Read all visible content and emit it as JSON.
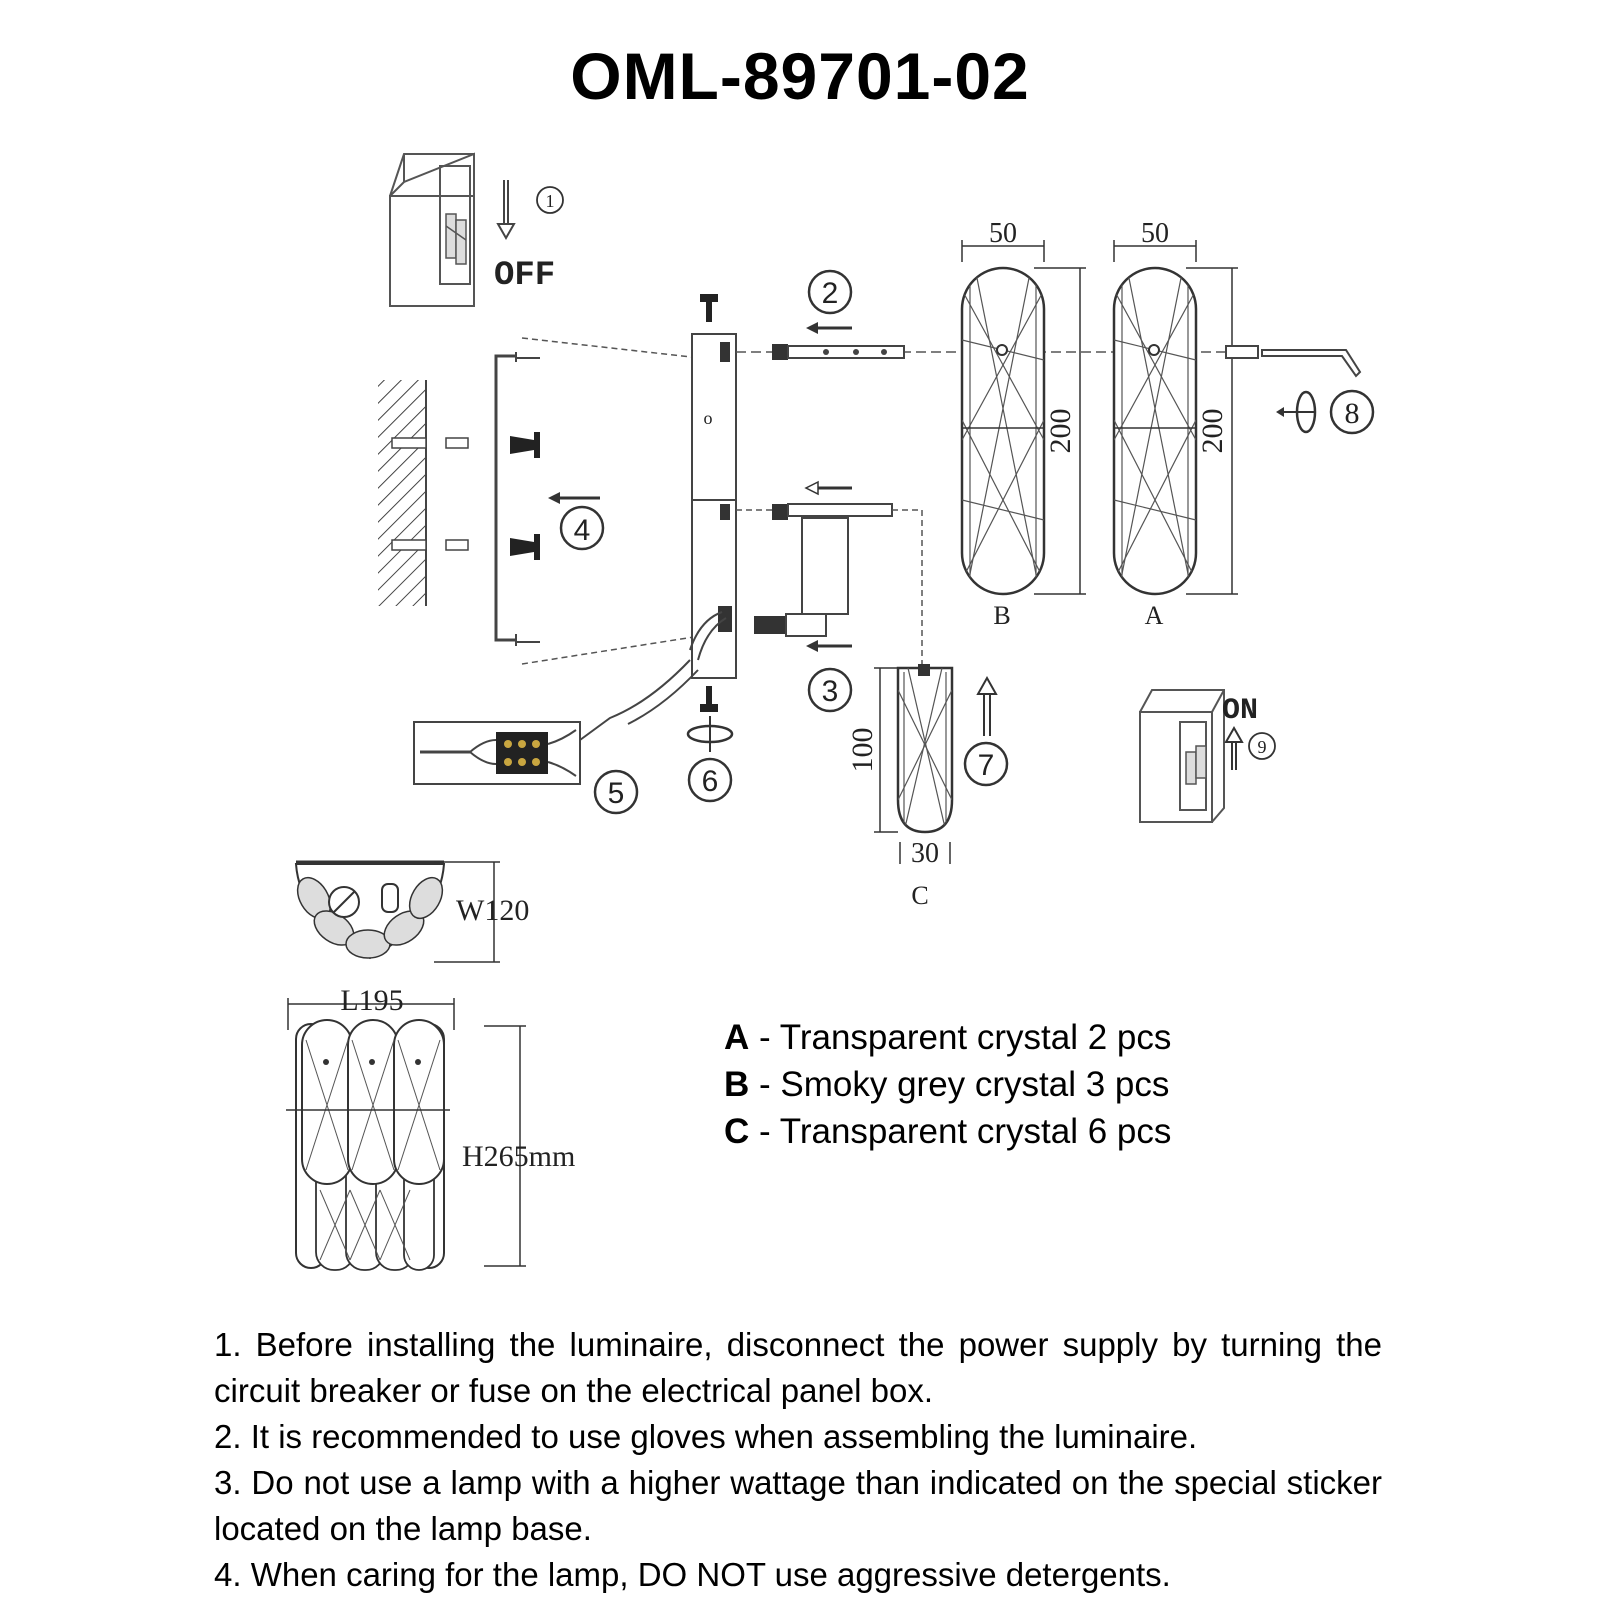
{
  "title": "OML-89701-02",
  "switch_off": {
    "label": "OFF",
    "step": "1"
  },
  "switch_on": {
    "label": "ON",
    "step": "9"
  },
  "steps": {
    "s2": "2",
    "s3": "3",
    "s4": "4",
    "s5": "5",
    "s6": "6",
    "s7": "7",
    "s8": "8"
  },
  "crystal_b": {
    "width": "50",
    "height": "200",
    "letter": "B"
  },
  "crystal_a": {
    "width": "50",
    "height": "200",
    "letter": "A"
  },
  "crystal_c": {
    "width": "30",
    "height": "100",
    "letter": "C"
  },
  "bracket_mark": "o",
  "dimensions": {
    "w": "W120",
    "l": "L195",
    "h": "H265mm"
  },
  "legend": [
    {
      "key": "A",
      "text": " - Transparent crystal 2 pcs"
    },
    {
      "key": "B",
      "text": " - Smoky grey crystal 3 pcs"
    },
    {
      "key": "C",
      "text": " - Transparent crystal 6 pcs"
    }
  ],
  "notes": [
    "1. Before installing the luminaire, disconnect the power supply by turning the circuit breaker or fuse on the electrical panel box.",
    "2. It is recommended to use gloves when assembling the luminaire.",
    "3. Do not use a lamp with a higher wattage than indicated on the special sticker located on the lamp base.",
    "4. When caring for the lamp, DO NOT use aggressive detergents."
  ]
}
